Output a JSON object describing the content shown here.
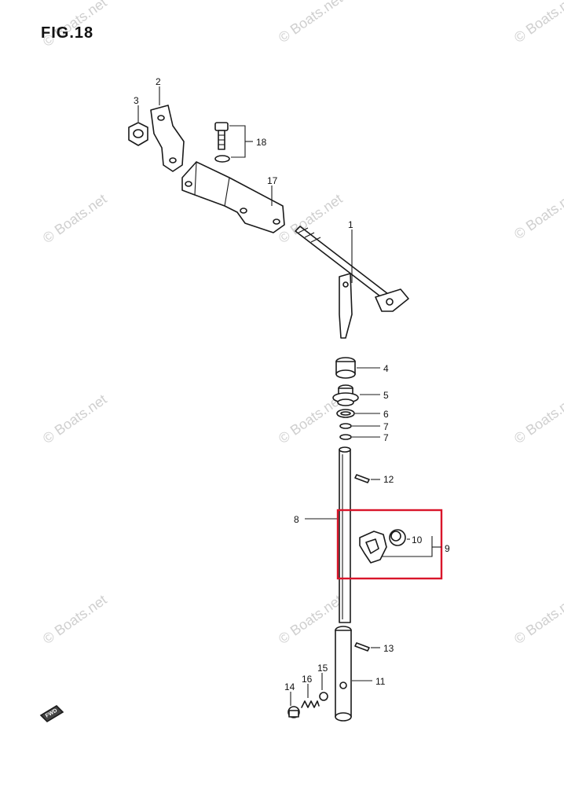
{
  "figure": {
    "title": "FIG.18"
  },
  "watermark": {
    "text": "© Boats.net"
  },
  "highlight": {
    "color": "#d9152a"
  },
  "fwd_badge": {
    "text": "FWD"
  },
  "callouts": {
    "c1": "1",
    "c2": "2",
    "c3": "3",
    "c4": "4",
    "c5": "5",
    "c6": "6",
    "c7a": "7",
    "c7b": "7",
    "c8": "8",
    "c9": "9",
    "c10": "10",
    "c11": "11",
    "c12": "12",
    "c13": "13",
    "c14": "14",
    "c15": "15",
    "c16": "16",
    "c17": "17",
    "c18": "18"
  }
}
